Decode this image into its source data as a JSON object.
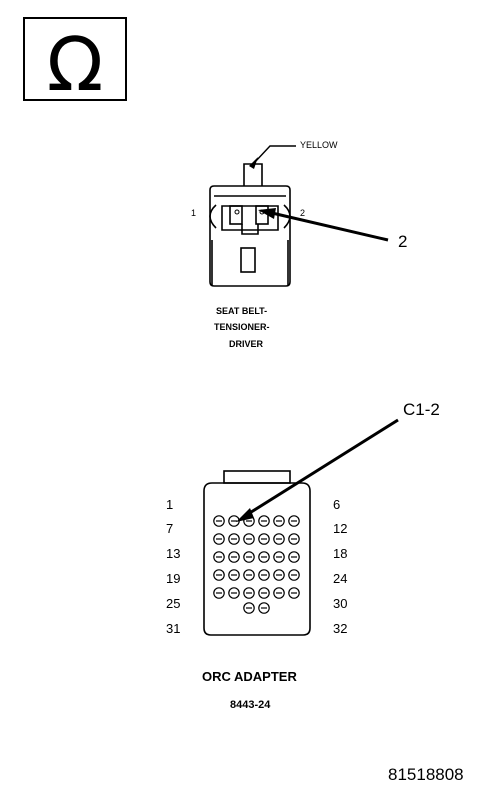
{
  "ohm_symbol": "Ω",
  "tensioner": {
    "color_label": "YELLOW",
    "pin_left": "1",
    "pin_right": "2",
    "callout": "2",
    "name_lines": [
      "SEAT BELT-",
      "TENSIONER-",
      "DRIVER"
    ]
  },
  "adapter": {
    "callout": "C1-2",
    "pin_rows": [
      {
        "left": "1",
        "right": "6"
      },
      {
        "left": "7",
        "right": "12"
      },
      {
        "left": "13",
        "right": "18"
      },
      {
        "left": "19",
        "right": "24"
      },
      {
        "left": "25",
        "right": "30"
      },
      {
        "left": "31",
        "right": "32"
      }
    ],
    "title": "ORC ADAPTER",
    "part_number": "8443-24"
  },
  "figure_id": "81518808"
}
